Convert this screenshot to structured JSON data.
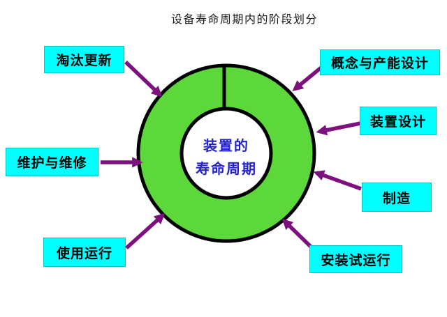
{
  "title": "设备寿命周期内的阶段划分",
  "center": {
    "line1": "装置的",
    "line2": "寿命周期"
  },
  "stages": [
    {
      "label": "概念与产能设计"
    },
    {
      "label": "装置设计"
    },
    {
      "label": "制造"
    },
    {
      "label": "安装试运行"
    },
    {
      "label": "使用运行"
    },
    {
      "label": "维护与维修"
    },
    {
      "label": "淘汰更新"
    }
  ],
  "colors": {
    "ring_fill": "#5dd83b",
    "ring_border": "#000000",
    "box_fill": "#00ffff",
    "box_border": "#00c6c6",
    "arrow": "#7d107e",
    "center_text": "#2323cb",
    "label_text": "#000000",
    "title_text": "#1a1a1a",
    "page_bg": "#ffffff"
  }
}
